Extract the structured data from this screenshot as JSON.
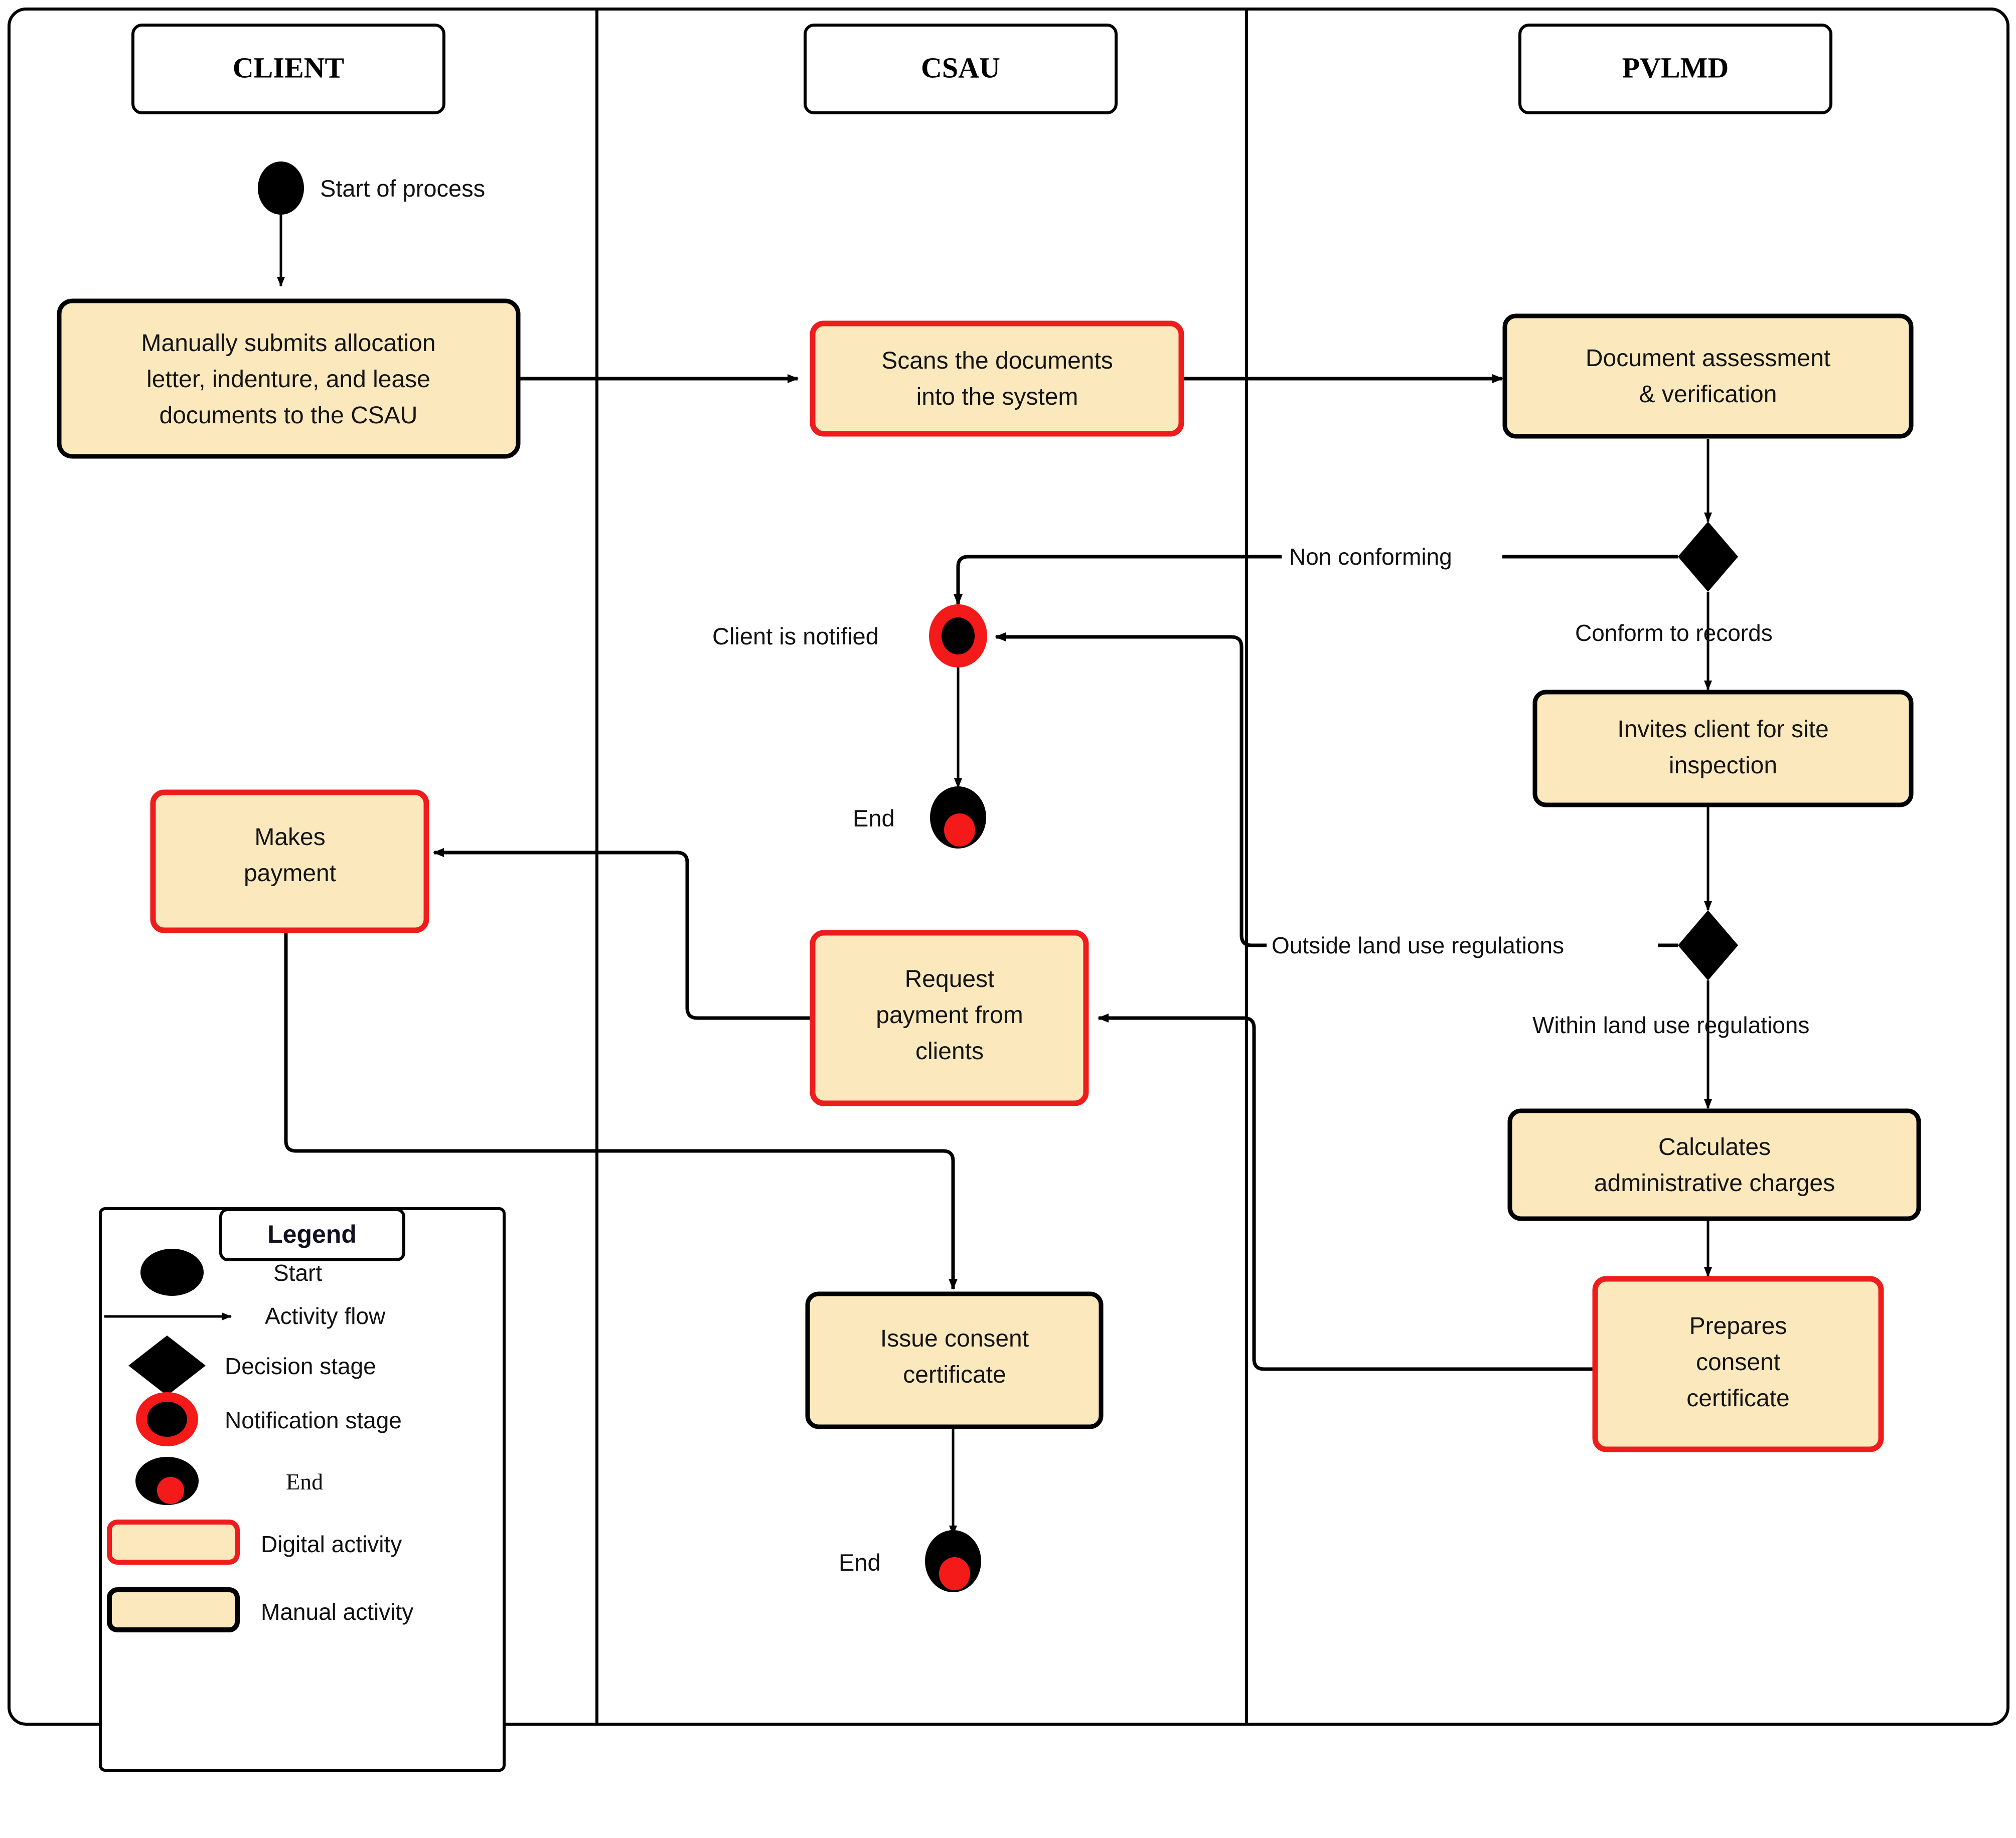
{
  "diagram": {
    "type": "swimlane-activity-diagram",
    "lanes": [
      {
        "id": "client",
        "title": "CLIENT"
      },
      {
        "id": "csau",
        "title": "CSAU"
      },
      {
        "id": "pvlmd",
        "title": "PVLMD"
      }
    ],
    "nodes": {
      "start": {
        "label": "Start of process",
        "kind": "start",
        "lane": "client"
      },
      "submit": {
        "line1": "Manually submits allocation",
        "line2": "letter, indenture, and lease",
        "line3": "documents to the CSAU",
        "kind": "manual-activity",
        "lane": "client"
      },
      "scan": {
        "line1": "Scans the documents",
        "line2": "into the system",
        "kind": "digital-activity",
        "lane": "csau"
      },
      "assess": {
        "line1": "Document assessment",
        "line2": "& verification",
        "kind": "manual-activity",
        "lane": "pvlmd"
      },
      "decision1": {
        "kind": "decision",
        "lane": "pvlmd"
      },
      "notify": {
        "label": "Client is notified",
        "kind": "notification",
        "lane": "csau"
      },
      "end1": {
        "label": "End",
        "kind": "end",
        "lane": "csau"
      },
      "invite": {
        "line1": "Invites client for site",
        "line2": "inspection",
        "kind": "manual-activity",
        "lane": "pvlmd"
      },
      "decision2": {
        "kind": "decision",
        "lane": "pvlmd"
      },
      "calc": {
        "line1": "Calculates",
        "line2": "administrative charges",
        "kind": "manual-activity",
        "lane": "pvlmd"
      },
      "prepare": {
        "line1": "Prepares",
        "line2": "consent",
        "line3": "certificate",
        "kind": "digital-activity",
        "lane": "pvlmd"
      },
      "request": {
        "line1": "Request",
        "line2": "payment from",
        "line3": "clients",
        "kind": "digital-activity",
        "lane": "csau"
      },
      "pay": {
        "line1": "Makes",
        "line2": "payment",
        "kind": "digital-activity",
        "lane": "client"
      },
      "issue": {
        "line1": "Issue consent",
        "line2": "certificate",
        "kind": "manual-activity",
        "lane": "csau"
      },
      "end2": {
        "label": "End",
        "kind": "end",
        "lane": "csau"
      }
    },
    "edge_labels": {
      "non_conforming": "Non conforming",
      "conform_to_records": "Conform to records",
      "outside_land_use": "Outside land use regulations",
      "within_land_use": "Within land use regulations"
    }
  },
  "legend": {
    "title": "Legend",
    "items": [
      {
        "key": "start",
        "label": "Start"
      },
      {
        "key": "activity-flow",
        "label": "Activity flow"
      },
      {
        "key": "decision",
        "label": "Decision stage"
      },
      {
        "key": "notification",
        "label": "Notification stage"
      },
      {
        "key": "end",
        "label": "End"
      },
      {
        "key": "digital",
        "label": "Digital activity"
      },
      {
        "key": "manual",
        "label": "Manual activity"
      }
    ]
  },
  "colors": {
    "activity_fill": "#fbe9bd",
    "digital_border": "#ee1c1c",
    "manual_border": "#000000",
    "accent_red": "#f41a1a",
    "line": "#000000"
  }
}
